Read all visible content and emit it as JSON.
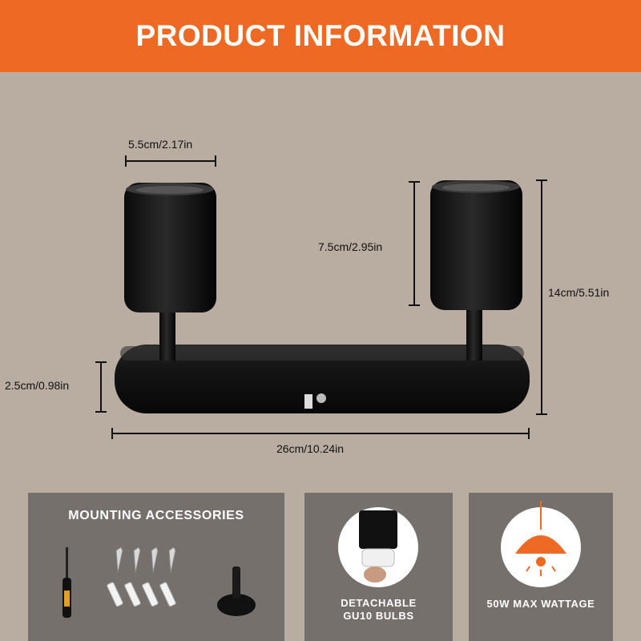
{
  "header": {
    "title": "PRODUCT INFORMATION"
  },
  "dimensions": {
    "shade_width": "5.5cm/2.17in",
    "shade_height": "7.5cm/2.95in",
    "total_height": "14cm/5.51in",
    "base_height": "2.5cm/0.98in",
    "base_length": "26cm/10.24in"
  },
  "panels": {
    "accessories": {
      "title": "MOUNTING ACCESSORIES"
    },
    "bulbs": {
      "caption_line1": "DETACHABLE",
      "caption_line2": "GU10 BULBS"
    },
    "wattage": {
      "caption": "50W MAX WATTAGE"
    }
  },
  "colors": {
    "accent": "#ee6a24",
    "background": "#b9ada1",
    "panel": "#75706c"
  }
}
